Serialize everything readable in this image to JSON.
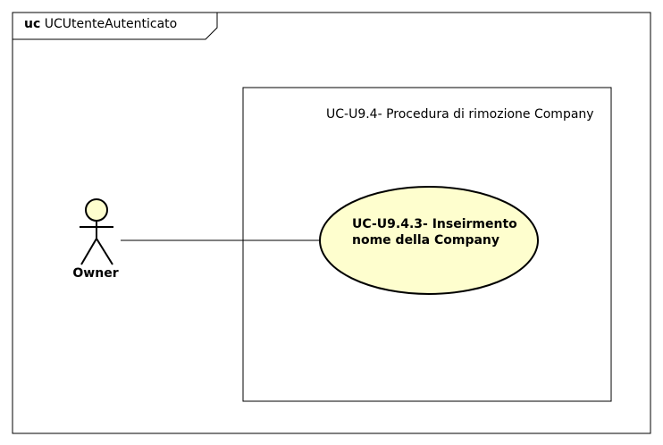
{
  "frame": {
    "kind": "uc",
    "name": "UCUtenteAutenticato"
  },
  "system": {
    "title": "UC-U9.4- Procedura di rimozione Company"
  },
  "use_case": {
    "label": "UC-U9.4.3- Inseirmento nome della Company",
    "fill_color": "#fefece"
  },
  "actor": {
    "name": "Owner",
    "fill_color": "#fefece"
  },
  "colors": {
    "line": "#000000",
    "background": "#ffffff"
  }
}
